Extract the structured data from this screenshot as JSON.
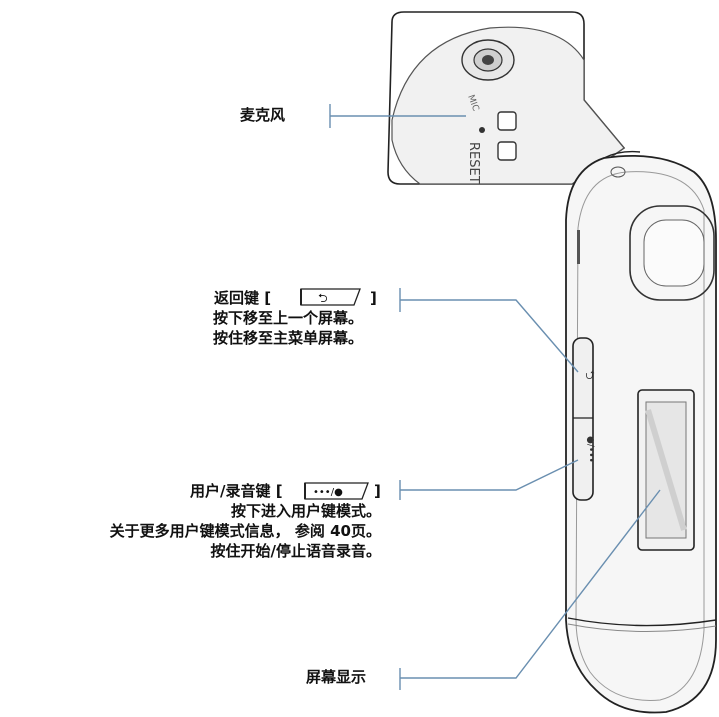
{
  "labels": {
    "mic": "麦克风",
    "back": {
      "title": "返回键",
      "bracket_open": "[",
      "bracket_close": "]",
      "key_symbol": "⮌",
      "lines": [
        "按下移至上一个屏幕。",
        "按住移至主菜单屏幕。"
      ]
    },
    "user_rec": {
      "title": "用户/录音键",
      "bracket_open": "[",
      "bracket_close": "]",
      "key_symbol": "•••/●",
      "lines": [
        "按下进入用户键模式。",
        "关于更多用户键模式信息， 参阅 40页。",
        "按住开始/停止语音录音。"
      ]
    },
    "display": "屏幕显示"
  },
  "device_marks": {
    "mic_label": "MIC",
    "reset_label": "RESET"
  },
  "colors": {
    "leader_line": "#6a8fb0",
    "outline": "#222222",
    "body_fill": "#f6f6f6"
  }
}
